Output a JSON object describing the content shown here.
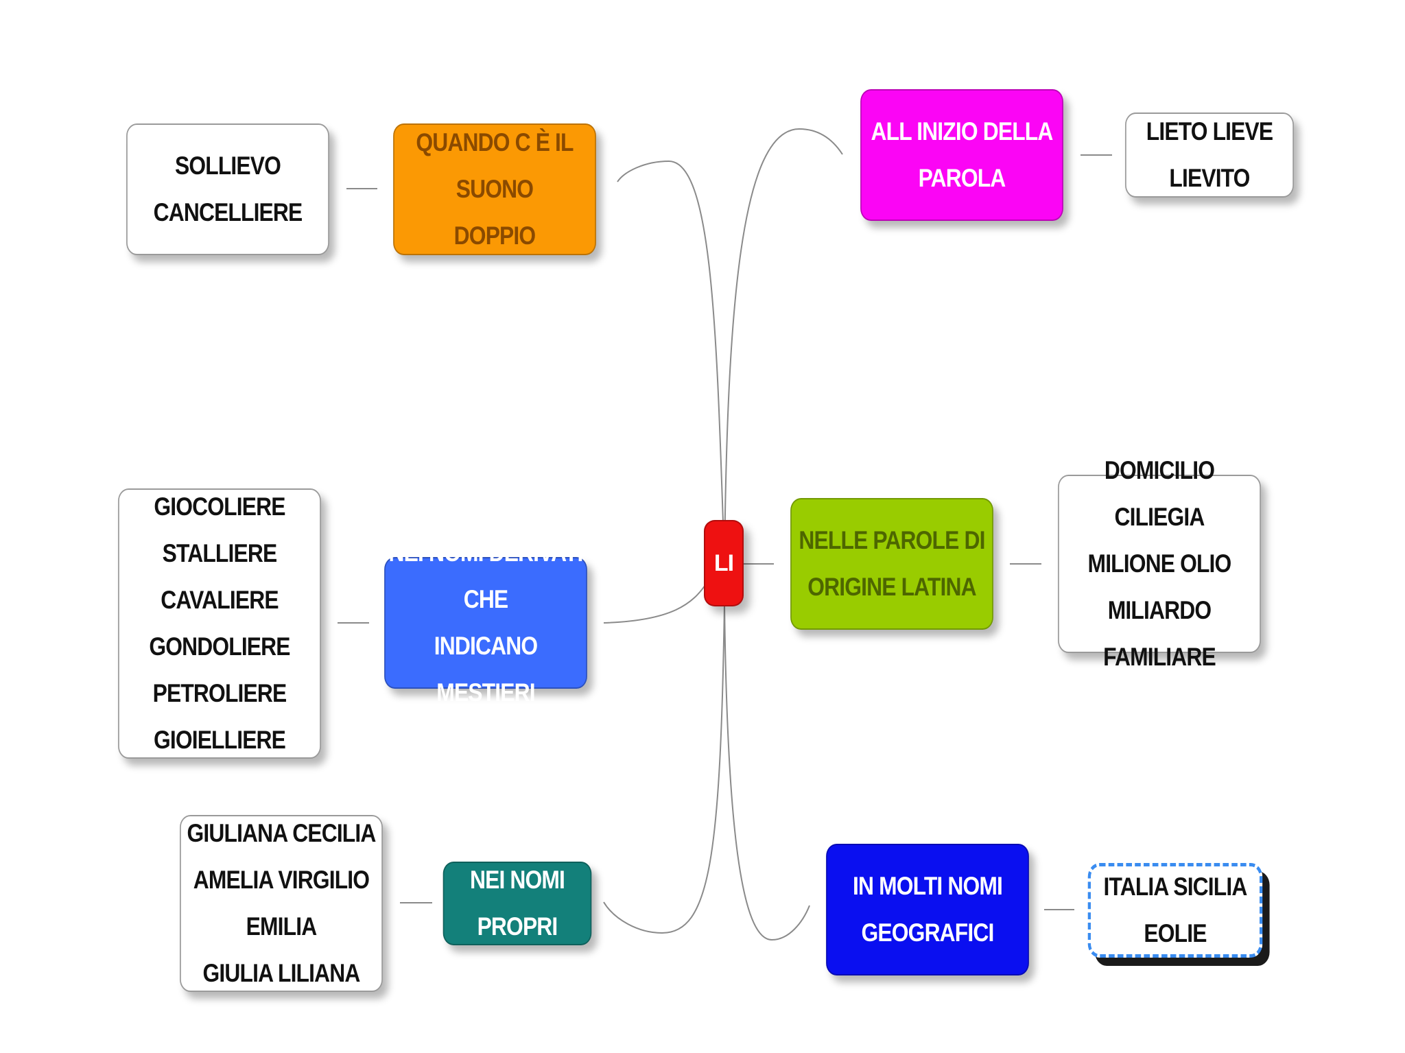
{
  "center": {
    "label": "LI",
    "color": "#ee1111",
    "text_color": "#ffffff"
  },
  "branches": [
    {
      "id": "quando",
      "label": "QUANDO C È IL SUONO\nDOPPIO",
      "color": "#fb9904",
      "text_color": "#8a4a00",
      "leaf": "SOLLIEVO\nCANCELLIERE"
    },
    {
      "id": "mestieri",
      "label": "NEI NOMI DERIVATI CHE\nINDICANO MESTIERI",
      "color": "#3b6cfe",
      "text_color": "#ffffff",
      "leaf": "GIOCOLIERE STALLIERE\nCAVALIERE\nGONDOLIERE\nPETROLIERE\nGIOIELLIERE"
    },
    {
      "id": "propri",
      "label": "NEI NOMI PROPRI",
      "color": "#13807a",
      "text_color": "#ffffff",
      "leaf": "GIULIANA CECILIA\nAMELIA VIRGILIO EMILIA\nGIULIA LILIANA"
    },
    {
      "id": "inizio",
      "label": "ALL   INIZIO DELLA\nPAROLA",
      "color": "#fb05f5",
      "text_color": "#ffffff",
      "leaf": "LIETO LIEVE LIEVITO"
    },
    {
      "id": "latina",
      "label": "NELLE PAROLE DI\nORIGINE LATINA",
      "color": "#99cc00",
      "text_color": "#4d6600",
      "leaf": "DOMICILIO CILIEGIA\nMILIONE OLIO MILIARDO\nFAMILIARE"
    },
    {
      "id": "geografici",
      "label": "IN MOLTI NOMI\nGEOGRAFICI",
      "color": "#0a0ff0",
      "text_color": "#ffffff",
      "leaf": "ITALIA SICILIA EOLIE"
    }
  ],
  "connector_color": "#8a8a8a"
}
